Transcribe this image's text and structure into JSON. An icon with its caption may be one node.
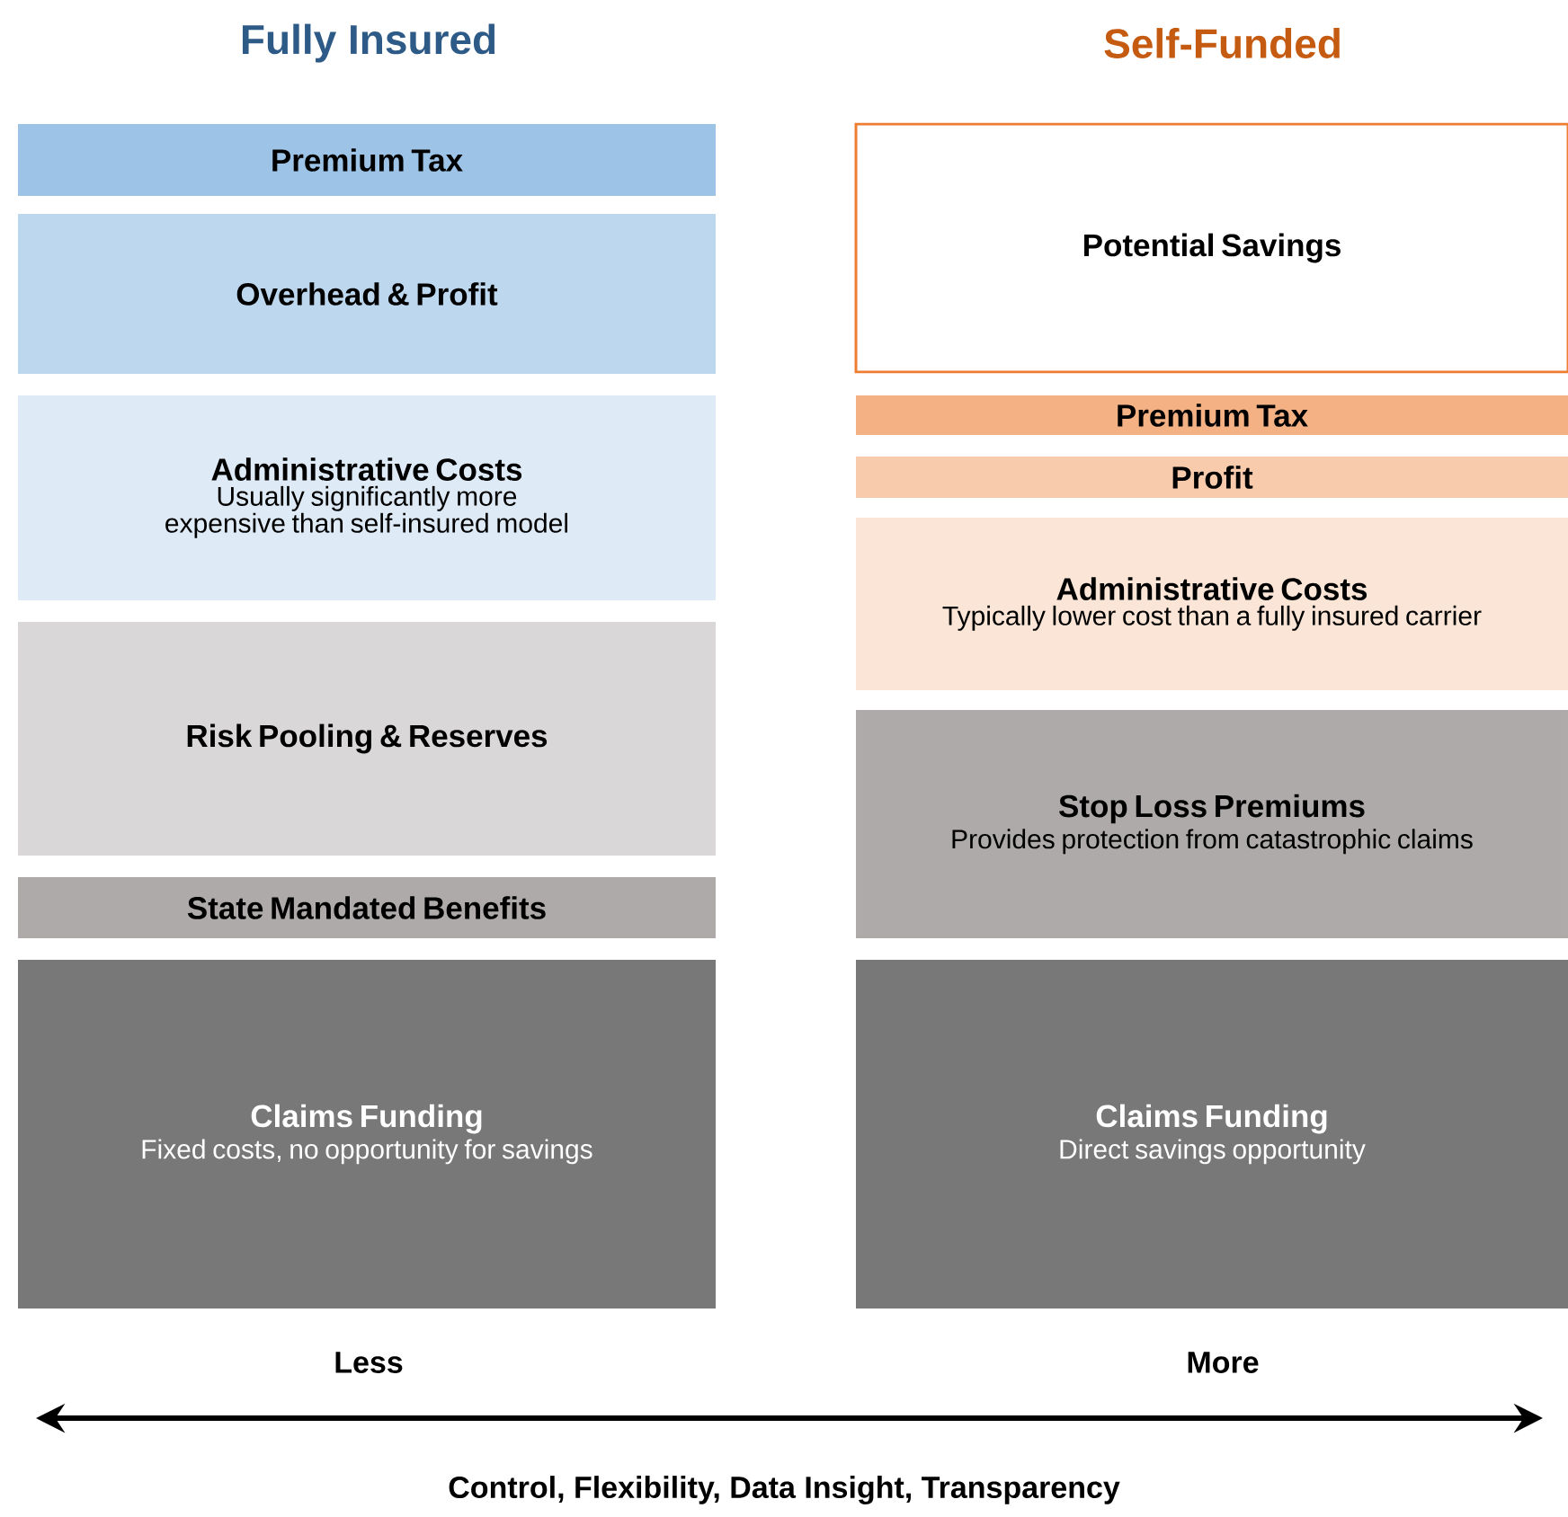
{
  "diagram": {
    "nodes": [
      {
        "text": [
          "Premium Tax"
        ]
      },
      {
        "text": [
          "Overhead & Profit"
        ]
      },
      {
        "text": [
          "Administrative Costs",
          "Usually significantly more expensive than self-insured model"
        ]
      },
      {
        "text": [
          "Risk Pooling & Reserves"
        ]
      },
      {
        "text": [
          "State Mandated Benefits"
        ]
      },
      {
        "text": [
          "Claims Funding",
          "Fixed costs, no opportunity for savings"
        ]
      },
      {
        "text": [
          "Potential Savings"
        ]
      },
      {
        "text": [
          "Premium Tax"
        ]
      },
      {
        "text": [
          "Profit"
        ]
      },
      {
        "text": [
          "Administrative Costs",
          "Typically lower cost than a fully insured carrier"
        ]
      },
      {
        "text": [
          "Stop Loss Premiums",
          "Provides protection from catastrophic claims"
        ]
      },
      {
        "text": [
          "Claims Funding",
          "Direct savings opportunity"
        ]
      }
    ],
    "edges": [],
    "labels": [
      "Fully Insured",
      "Self-Funded",
      "Less",
      "More",
      "Control, Flexibility, Data Insight, Transparency"
    ]
  }
}
